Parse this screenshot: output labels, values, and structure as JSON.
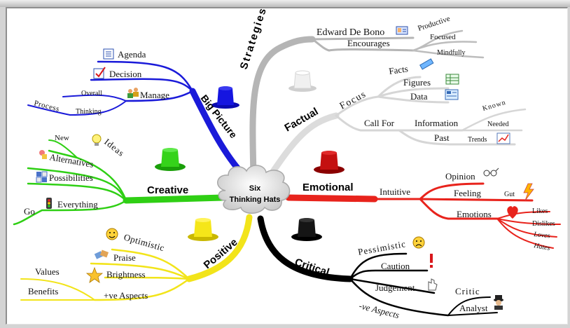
{
  "center": {
    "line1": "Six",
    "line2": "Thinking Hats"
  },
  "branches": {
    "strategies": {
      "label": "Strategies",
      "edward": "Edward De Bono",
      "encourages": "Encourages",
      "productive": "Productive",
      "focused": "Focused",
      "mindfully": "Mindfully"
    },
    "factual": {
      "label": "Factual",
      "focus": "Focus",
      "facts": "Facts",
      "figures": "Figures",
      "data": "Data",
      "call_for": "Call For",
      "information": "Information",
      "known": "Known",
      "needed": "Needed",
      "past": "Past",
      "trends": "Trends"
    },
    "emotional": {
      "label": "Emotional",
      "intuitive": "Intuitive",
      "opinion": "Opinion",
      "feeling": "Feeling",
      "gut": "Gut",
      "emotions": "Emotions",
      "likes": "Likes",
      "dislikes": "Dislikes",
      "loves": "Loves",
      "hates": "Hates"
    },
    "critical": {
      "label": "Critical",
      "pessimistic": "Pessimistic",
      "caution": "Caution",
      "judgement": "Judgement",
      "ve_aspects": "-ve Aspects",
      "critic": "Critic",
      "analyst": "Analyst"
    },
    "positive": {
      "label": "Positive",
      "optimistic": "Optimistic",
      "praise": "Praise",
      "brightness": "Brightness",
      "pve_aspects": "+ve Aspects",
      "values": "Values",
      "benefits": "Benefits"
    },
    "creative": {
      "label": "Creative",
      "ideas": "Ideas",
      "new": "New",
      "alternatives": "Alternatives",
      "possibilities": "Possibilities",
      "everything": "Everything",
      "go": "Go"
    },
    "big_picture": {
      "label": "Big Picture",
      "agenda": "Agenda",
      "decision": "Decision",
      "manage": "Manage",
      "overall": "Overall",
      "thinking": "Thinking",
      "process": "Process"
    }
  },
  "colors": {
    "strategies": "#b8b8b8",
    "factual": "#d9d9d9",
    "emotional": "#e8231c",
    "critical": "#000000",
    "positive": "#f2e41a",
    "creative": "#2fcf14",
    "big_picture": "#1a1ad9"
  },
  "icons": [
    "id-card-icon",
    "pencil-icon",
    "table-icon",
    "chart-icon",
    "glasses-icon",
    "lightning-icon",
    "heart-icon",
    "sad-face-icon",
    "exclamation-icon",
    "hand-icon",
    "spy-icon",
    "smiley-icon",
    "handshake-icon",
    "star-icon",
    "lightbulb-icon",
    "shapes-icon",
    "grid-icon",
    "traffic-light-icon",
    "list-icon",
    "check-icon",
    "people-icon"
  ]
}
